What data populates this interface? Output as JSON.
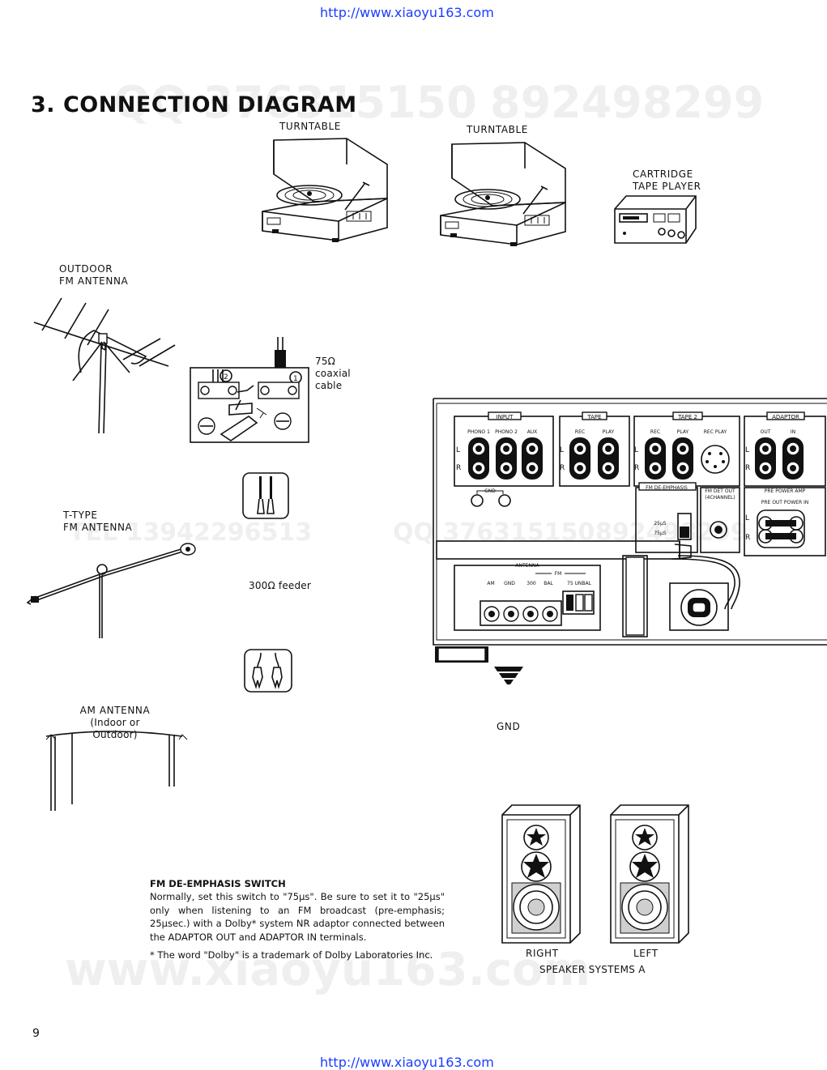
{
  "header_url": "http://www.xiaoyu163.com",
  "footer_url": "http://www.xiaoyu163.com",
  "title": "3. CONNECTION DIAGRAM",
  "watermarks": [
    "QQ 376315150",
    "892498299",
    "TEL 13942296513",
    "QQ 376315150",
    "892498299",
    "www.xiaoyu163.com"
  ],
  "devices": {
    "turntable_1": "TURNTABLE",
    "turntable_2": "TURNTABLE",
    "cartridge_line1": "CARTRIDGE",
    "cartridge_line2": "TAPE PLAYER"
  },
  "antennas": {
    "outdoor_line1": "OUTDOOR",
    "outdoor_line2": "FM ANTENNA",
    "coax_line1": "75Ω",
    "coax_line2": "coaxial",
    "coax_line3": "cable",
    "ttype_line1": "T-TYPE",
    "ttype_line2": "FM ANTENNA",
    "feeder": "300Ω feeder",
    "am_line1": "AM ANTENNA",
    "am_line2": "(Indoor or Outdoor)"
  },
  "rear_panel": {
    "input": "INPUT",
    "phono1": "PHONO 1",
    "phono2": "PHONO 2",
    "aux": "AUX",
    "tape": "TAPE",
    "rec": "REC",
    "play": "PLAY",
    "tape2": "TAPE 2",
    "rec_play": "REC PLAY",
    "adaptor": "ADAPTOR",
    "out": "OUT",
    "in": "IN",
    "l": "L",
    "r": "R",
    "gnd_small": "GND",
    "fm_deemphasis": "FM DE-EMPHASIS",
    "fm_det_out_1": "FM DET OUT",
    "fm_det_out_2": "(4CHANNEL)",
    "pre_power_amp": "PRE POWER AMP",
    "pre_out_power_in": "PRE OUT  POWER IN",
    "deemph_25": "25μS",
    "deemph_75": "75μS",
    "antenna": "ANTENNA",
    "fm": "FM",
    "am": "AM",
    "gnd": "GND",
    "bal_300": "300",
    "bal": "BAL",
    "unbal_75": "75 UNBAL"
  },
  "gnd_label": "GND",
  "speakers": {
    "right": "RIGHT",
    "left": "LEFT",
    "system": "SPEAKER SYSTEMS A"
  },
  "note": {
    "heading": "FM DE-EMPHASIS SWITCH",
    "body": "Normally, set this switch to \"75μs\". Be sure to set it to \"25μs\" only when listening to an FM broadcast (pre-emphasis; 25μsec.) with a Dolby* system NR adaptor connected between the ADAPTOR OUT and ADAPTOR IN terminals.",
    "footnote": "* The word \"Dolby\" is a trademark of Dolby Laboratories Inc."
  },
  "page_number": "9"
}
